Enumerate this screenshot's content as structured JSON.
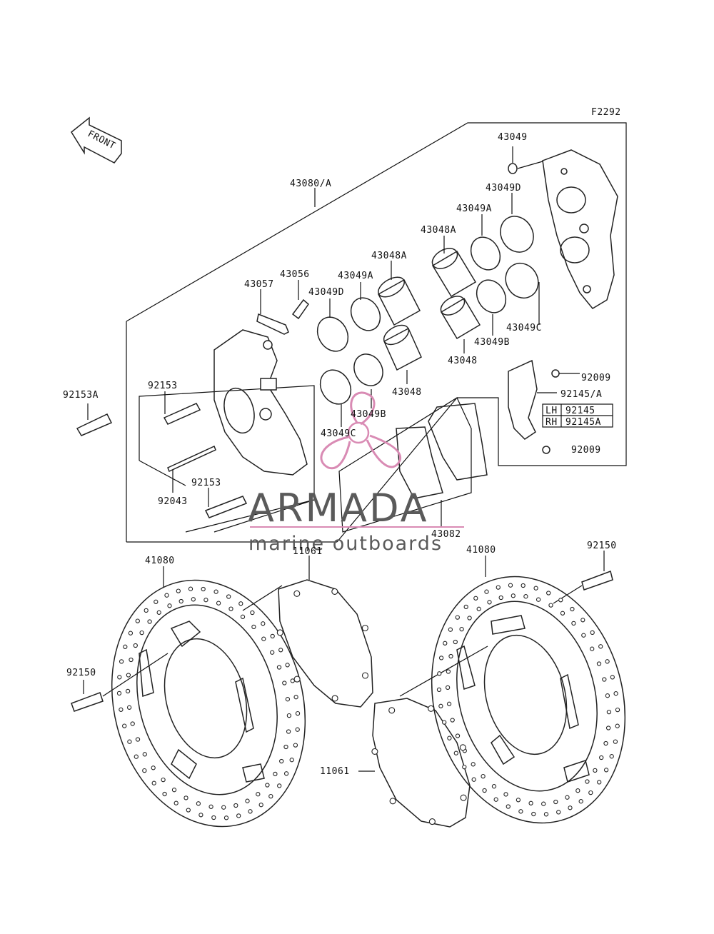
{
  "figure_code": "F2292",
  "front_arrow_text": "FRONT",
  "watermark": {
    "brand": "ARMADA",
    "tagline": "marine outboards",
    "brand_color": "#5a5a5a",
    "accent_color": "#d98bb4"
  },
  "labels": {
    "l43080A": "43080/A",
    "l43049_top": "43049",
    "l43049D_right": "43049D",
    "l43049A_right": "43049A",
    "l43048A_right": "43048A",
    "l43048A_mid": "43048A",
    "l43049A_mid": "43049A",
    "l43056": "43056",
    "l43057": "43057",
    "l43049D_left": "43049D",
    "l43049C_right": "43049C",
    "l43049B_right": "43049B",
    "l43048_right": "43048",
    "l43048_left": "43048",
    "l43049B_left": "43049B",
    "l43049C_left": "43049C",
    "l92009_top": "92009",
    "l92145A": "92145/A",
    "l92009_bottom": "92009",
    "l92153A": "92153A",
    "l92153_top": "92153",
    "l92043": "92043",
    "l92153_bottom": "92153",
    "l43082": "43082",
    "l41080_left": "41080",
    "l11061_top": "11061",
    "l41080_right": "41080",
    "l92150_right": "92150",
    "l92150_left": "92150",
    "l11061_bottom": "11061"
  },
  "lh_rh_table": {
    "rows": [
      {
        "side": "LH",
        "part": "92145"
      },
      {
        "side": "RH",
        "part": "92145A"
      }
    ]
  }
}
